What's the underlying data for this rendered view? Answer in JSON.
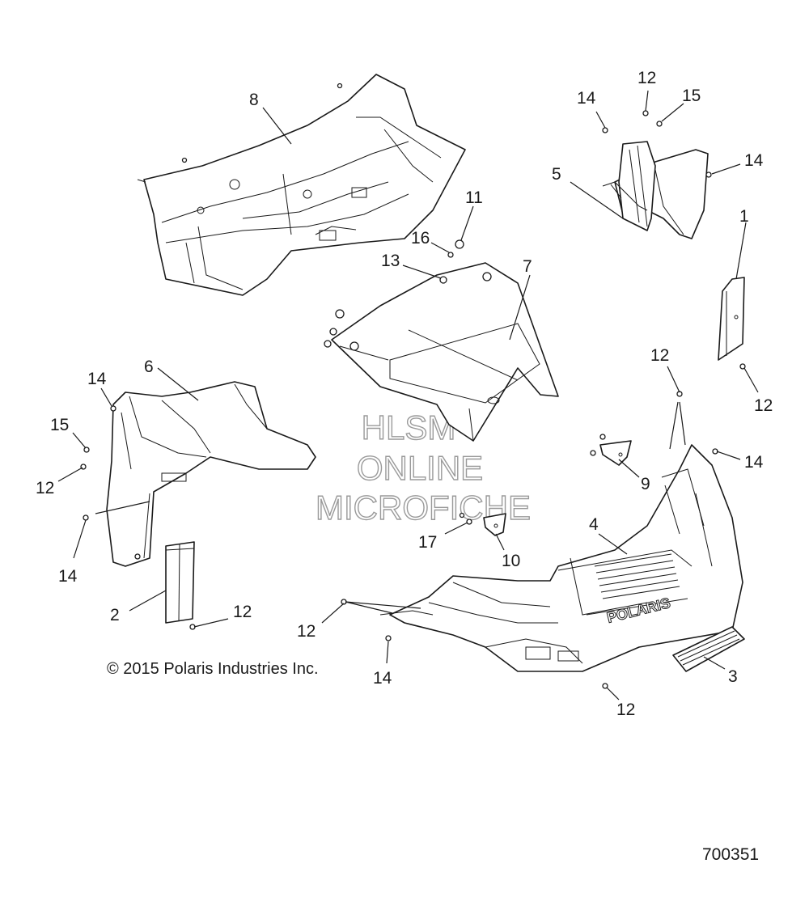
{
  "watermark": [
    "HLSM",
    "ONLINE",
    "MICROFICHE"
  ],
  "copyright": "© 2015 Polaris Industries Inc.",
  "drawing_number": "700351",
  "brand_mark": "POLARIS",
  "callouts": [
    {
      "id": "c8",
      "label": "8"
    },
    {
      "id": "c11",
      "label": "11"
    },
    {
      "id": "c16",
      "label": "16"
    },
    {
      "id": "c13",
      "label": "13"
    },
    {
      "id": "c7",
      "label": "7"
    },
    {
      "id": "c14a",
      "label": "14"
    },
    {
      "id": "c12a",
      "label": "12"
    },
    {
      "id": "c15a",
      "label": "15"
    },
    {
      "id": "c14b",
      "label": "14"
    },
    {
      "id": "c5",
      "label": "5"
    },
    {
      "id": "c1",
      "label": "1"
    },
    {
      "id": "c12b",
      "label": "12"
    },
    {
      "id": "c12c",
      "label": "12"
    },
    {
      "id": "c14c",
      "label": "14"
    },
    {
      "id": "c9",
      "label": "9"
    },
    {
      "id": "c6",
      "label": "6"
    },
    {
      "id": "c14d",
      "label": "14"
    },
    {
      "id": "c15b",
      "label": "15"
    },
    {
      "id": "c12d",
      "label": "12"
    },
    {
      "id": "c14e",
      "label": "14"
    },
    {
      "id": "c2",
      "label": "2"
    },
    {
      "id": "c12e",
      "label": "12"
    },
    {
      "id": "c17",
      "label": "17"
    },
    {
      "id": "c10",
      "label": "10"
    },
    {
      "id": "c4",
      "label": "4"
    },
    {
      "id": "c12f",
      "label": "12"
    },
    {
      "id": "c14f",
      "label": "14"
    },
    {
      "id": "c3",
      "label": "3"
    },
    {
      "id": "c12g",
      "label": "12"
    }
  ]
}
